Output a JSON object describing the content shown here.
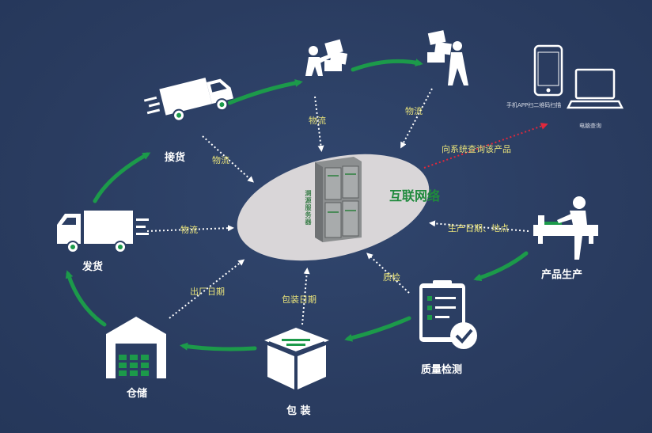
{
  "nodes": {
    "pickup": "接货",
    "ship": "发货",
    "warehouse": "仓储",
    "package": "包 装",
    "quality": "质量检测",
    "production": "产品生产"
  },
  "flows": {
    "logistics_1": "物流",
    "logistics_2": "物流",
    "logistics_3": "物流",
    "logistics_4": "物流",
    "factory_date": "出厂日期",
    "package_date": "包装日期",
    "inspection": "质检",
    "production_info": "生产日期、地点",
    "query": "向系统查询该产品"
  },
  "center": {
    "network": "互联网络",
    "server_text": "溯源服务器"
  },
  "devices": {
    "phone_caption": "手机APP扫二维码扫描",
    "pc_caption": "电脑查询"
  },
  "colors": {
    "background": "#2b3e63",
    "arrow_green": "#1c9a4a",
    "accent_red": "#e0283c",
    "label_yellow": "#e8e27a",
    "ellipse": "#d9d6d8"
  }
}
